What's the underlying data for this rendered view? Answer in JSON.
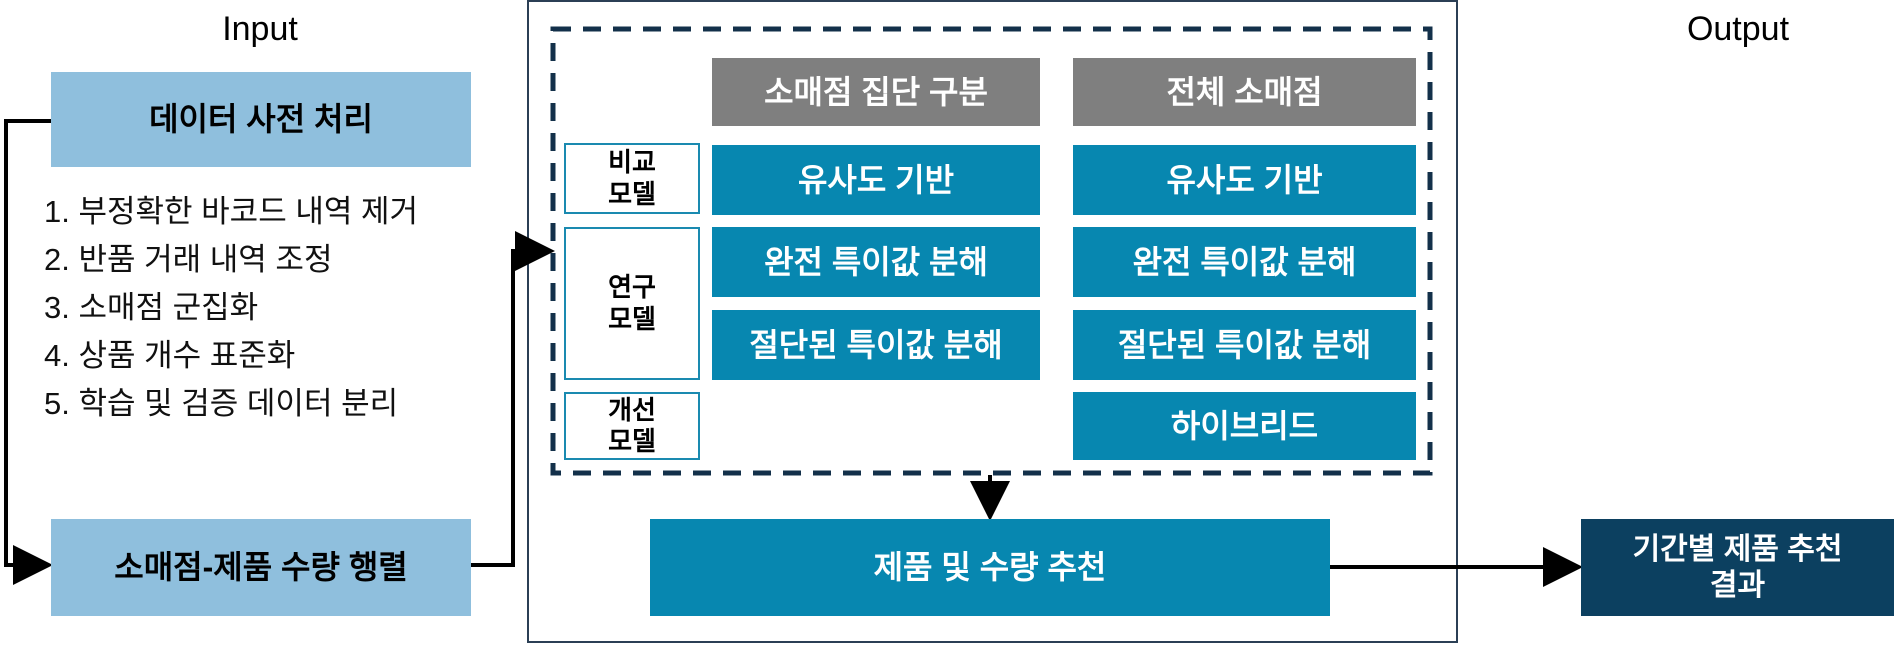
{
  "input_title": "Input",
  "output_title": "Output",
  "preprocess": {
    "title": "데이터 사전 처리",
    "steps": [
      "1. 부정확한 바코드 내역 제거",
      "2. 반품 거래 내역 조정",
      "3. 소매점 군집화",
      "4. 상품 개수 표준화",
      "5. 학습 및 검증 데이터 분리"
    ]
  },
  "matrix": "소매점-제품 수량 행렬",
  "columns": [
    "소매점 집단 구분",
    "전체 소매점"
  ],
  "row_labels": {
    "compare": [
      "비교",
      "모델"
    ],
    "research": [
      "연구",
      "모델"
    ],
    "improve": [
      "개선",
      "모델"
    ]
  },
  "cells": {
    "col1": [
      "유사도 기반",
      "완전 특이값 분해",
      "절단된 특이값 분해"
    ],
    "col2": [
      "유사도 기반",
      "완전 특이값 분해",
      "절단된 특이값 분해",
      "하이브리드"
    ]
  },
  "recommend": "제품 및 수량 추천",
  "output": [
    "기간별 제품 추천",
    "결과"
  ],
  "colors": {
    "light": "#8fbfdd",
    "gray": "#7f7f7f",
    "teal": "#0787b0",
    "navy": "#0c4060",
    "dash": "#13304a"
  }
}
